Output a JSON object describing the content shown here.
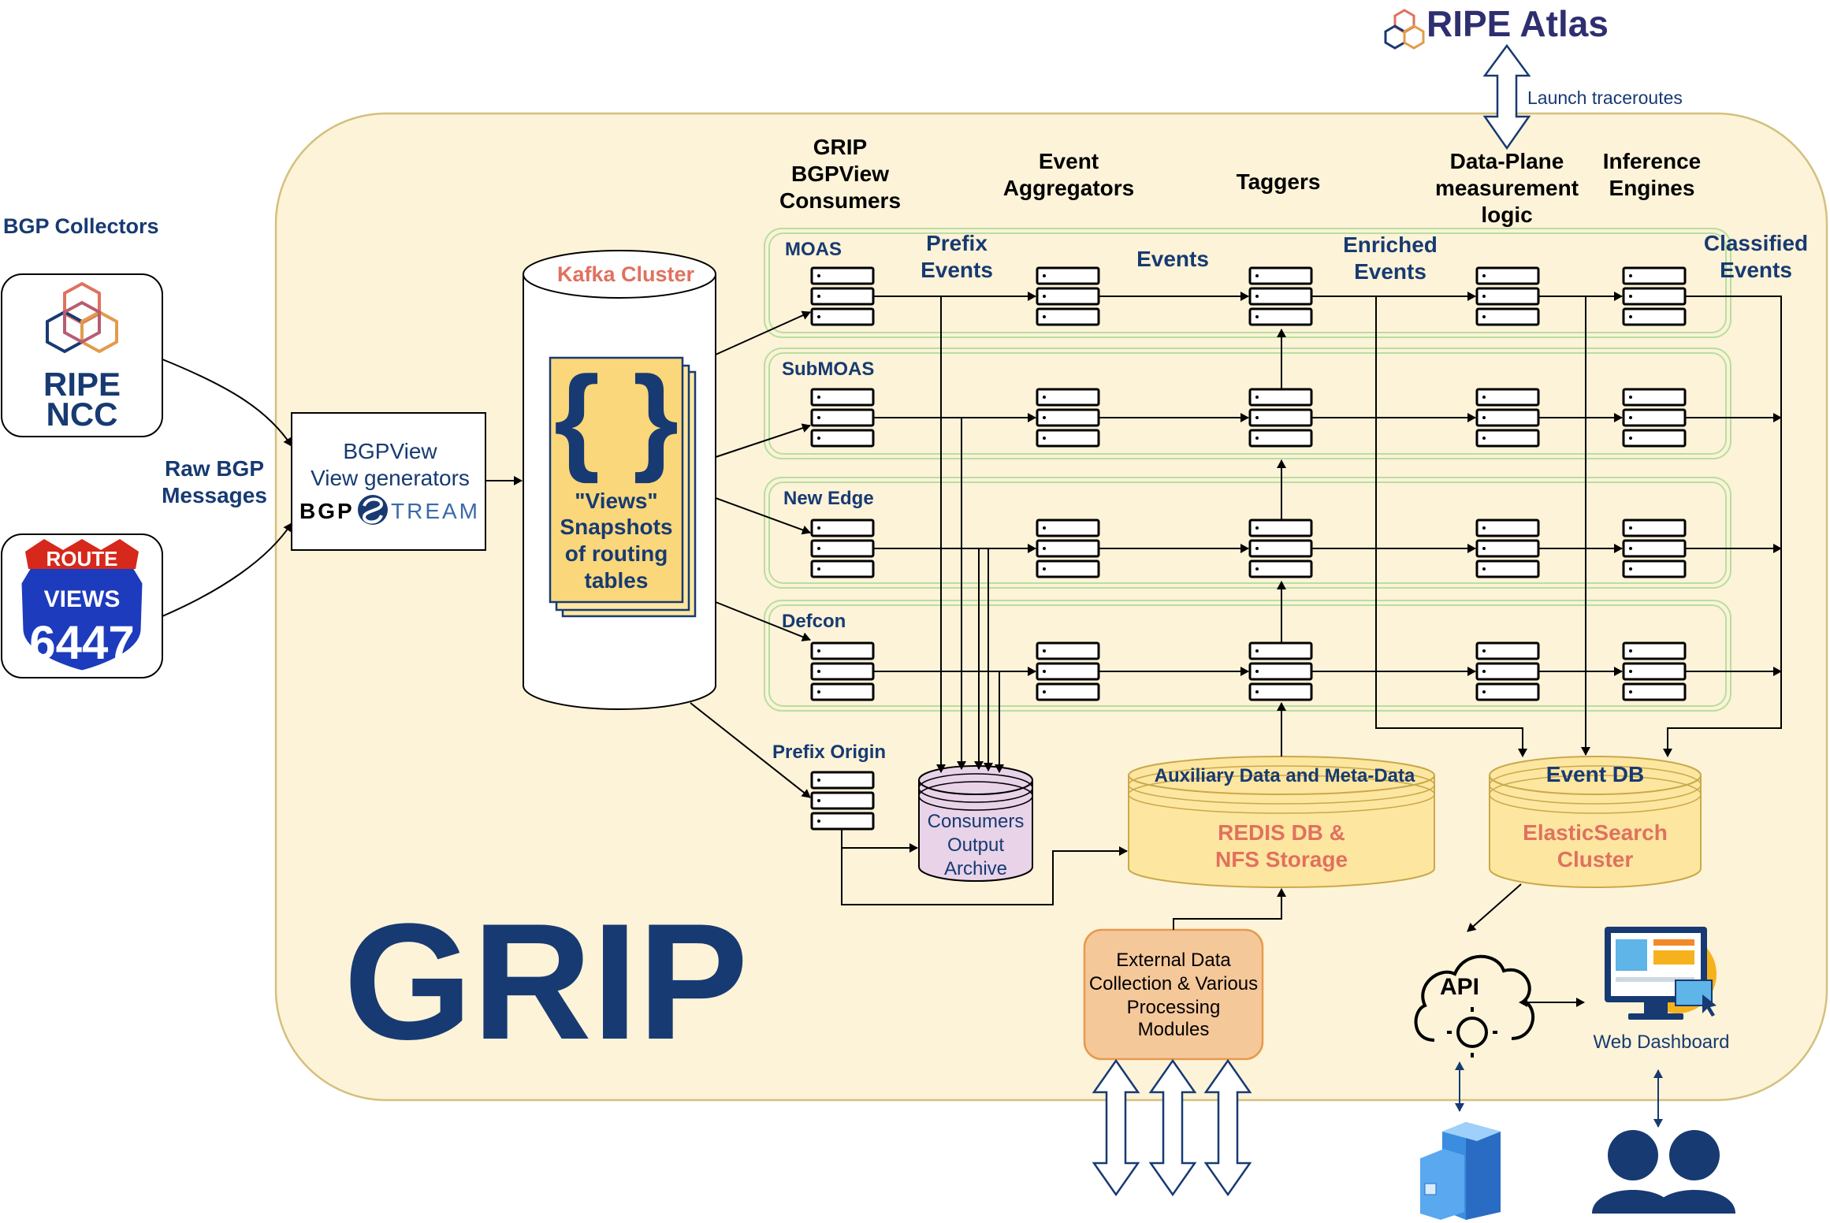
{
  "colors": {
    "navy": "#173a72",
    "salmon": "#e0715f",
    "panel_fill": "#fdf3d8",
    "panel_stroke": "#d4c07e",
    "lane_stroke": "#b7dfa0",
    "db_fill": "#fde6a0",
    "archive_fill": "#e8d3e8",
    "module_fill": "#f5c89a",
    "module_stroke": "#e59a4f"
  },
  "ripe_atlas": {
    "title": "RIPE Atlas",
    "launch": "Launch traceroutes"
  },
  "left": {
    "bgp_collectors": "BGP Collectors",
    "ripe_ncc": {
      "line1": "RIPE",
      "line2": "NCC"
    },
    "route_views": {
      "line1": "ROUTE",
      "line2": "VIEWS",
      "line3": "6447"
    },
    "raw_bgp": {
      "line1": "Raw BGP",
      "line2": "Messages"
    }
  },
  "bgpview": {
    "line1": "BGPView",
    "line2": "View generators",
    "bgp": "BGP",
    "stream": "TREAM"
  },
  "kafka": {
    "title": "Kafka Cluster",
    "braces": "{ }",
    "line1": "\"Views\"",
    "line2": "Snapshots",
    "line3": "of routing",
    "line4": "tables"
  },
  "columns": {
    "consumers": {
      "line1": "GRIP",
      "line2": "BGPView",
      "line3": "Consumers"
    },
    "aggregators": {
      "line1": "Event",
      "line2": "Aggregators"
    },
    "taggers": "Taggers",
    "dataplane": {
      "line1": "Data-Plane",
      "line2": "measurement",
      "line3": "logic"
    },
    "inference": {
      "line1": "Inference",
      "line2": "Engines"
    }
  },
  "flow_labels": {
    "prefix_events": {
      "line1": "Prefix",
      "line2": "Events"
    },
    "events": "Events",
    "enriched_events": {
      "line1": "Enriched",
      "line2": "Events"
    },
    "classified_events": {
      "line1": "Classified",
      "line2": "Events"
    }
  },
  "lanes": [
    "MOAS",
    "SubMOAS",
    "New Edge",
    "Defcon"
  ],
  "prefix_origin": "Prefix Origin",
  "archive": {
    "line1": "Consumers",
    "line2": "Output",
    "line3": "Archive"
  },
  "redis": {
    "header": "Auxiliary Data and Meta-Data",
    "line1": "REDIS DB &",
    "line2": "NFS Storage"
  },
  "eventdb": {
    "header": "Event DB",
    "line1": "ElasticSearch",
    "line2": "Cluster"
  },
  "external": {
    "line1": "External Data",
    "line2": "Collection & Various",
    "line3": "Processing",
    "line4": "Modules"
  },
  "api": "API",
  "web_dashboard": "Web Dashboard",
  "grip": "GRIP"
}
